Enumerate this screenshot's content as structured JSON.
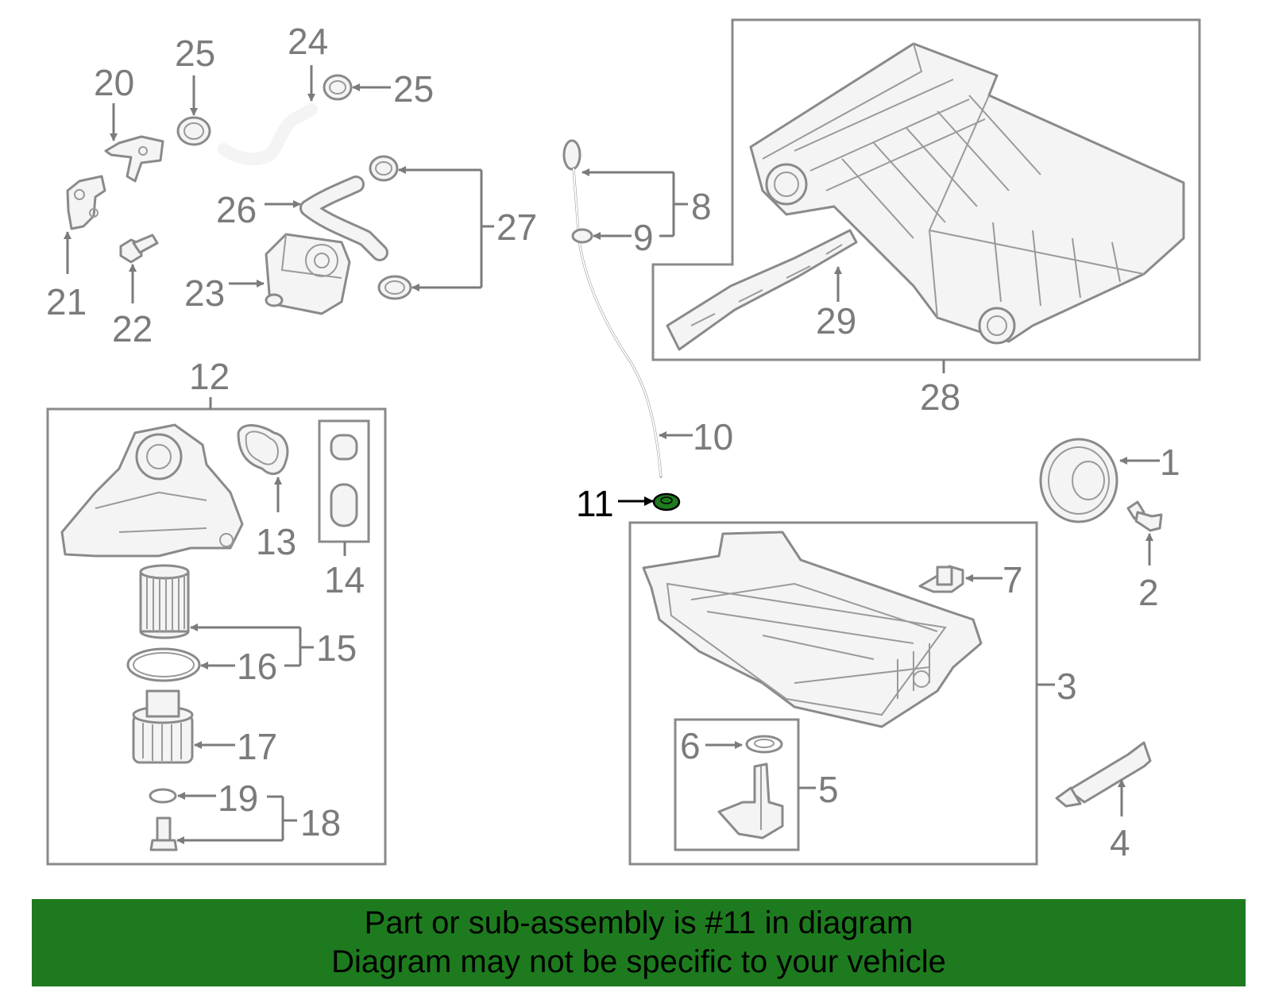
{
  "callouts": {
    "c1": "1",
    "c2": "2",
    "c3": "3",
    "c4": "4",
    "c5": "5",
    "c6": "6",
    "c7": "7",
    "c8": "8",
    "c9": "9",
    "c10": "10",
    "c11": "11",
    "c12": "12",
    "c13": "13",
    "c14": "14",
    "c15": "15",
    "c16": "16",
    "c17": "17",
    "c18": "18",
    "c19": "19",
    "c20": "20",
    "c21": "21",
    "c22": "22",
    "c23": "23",
    "c24": "24",
    "c25a": "25",
    "c25b": "25",
    "c26": "26",
    "c27": "27",
    "c28": "28",
    "c29": "29"
  },
  "banner": {
    "line1": "Part or sub-assembly is #11 in diagram",
    "line2": "Diagram may not be specific to your vehicle"
  },
  "colors": {
    "banner_bg": "#1e7a1e",
    "highlight_part": "#1e7a1e",
    "line_gray": "#8a8a8a"
  }
}
